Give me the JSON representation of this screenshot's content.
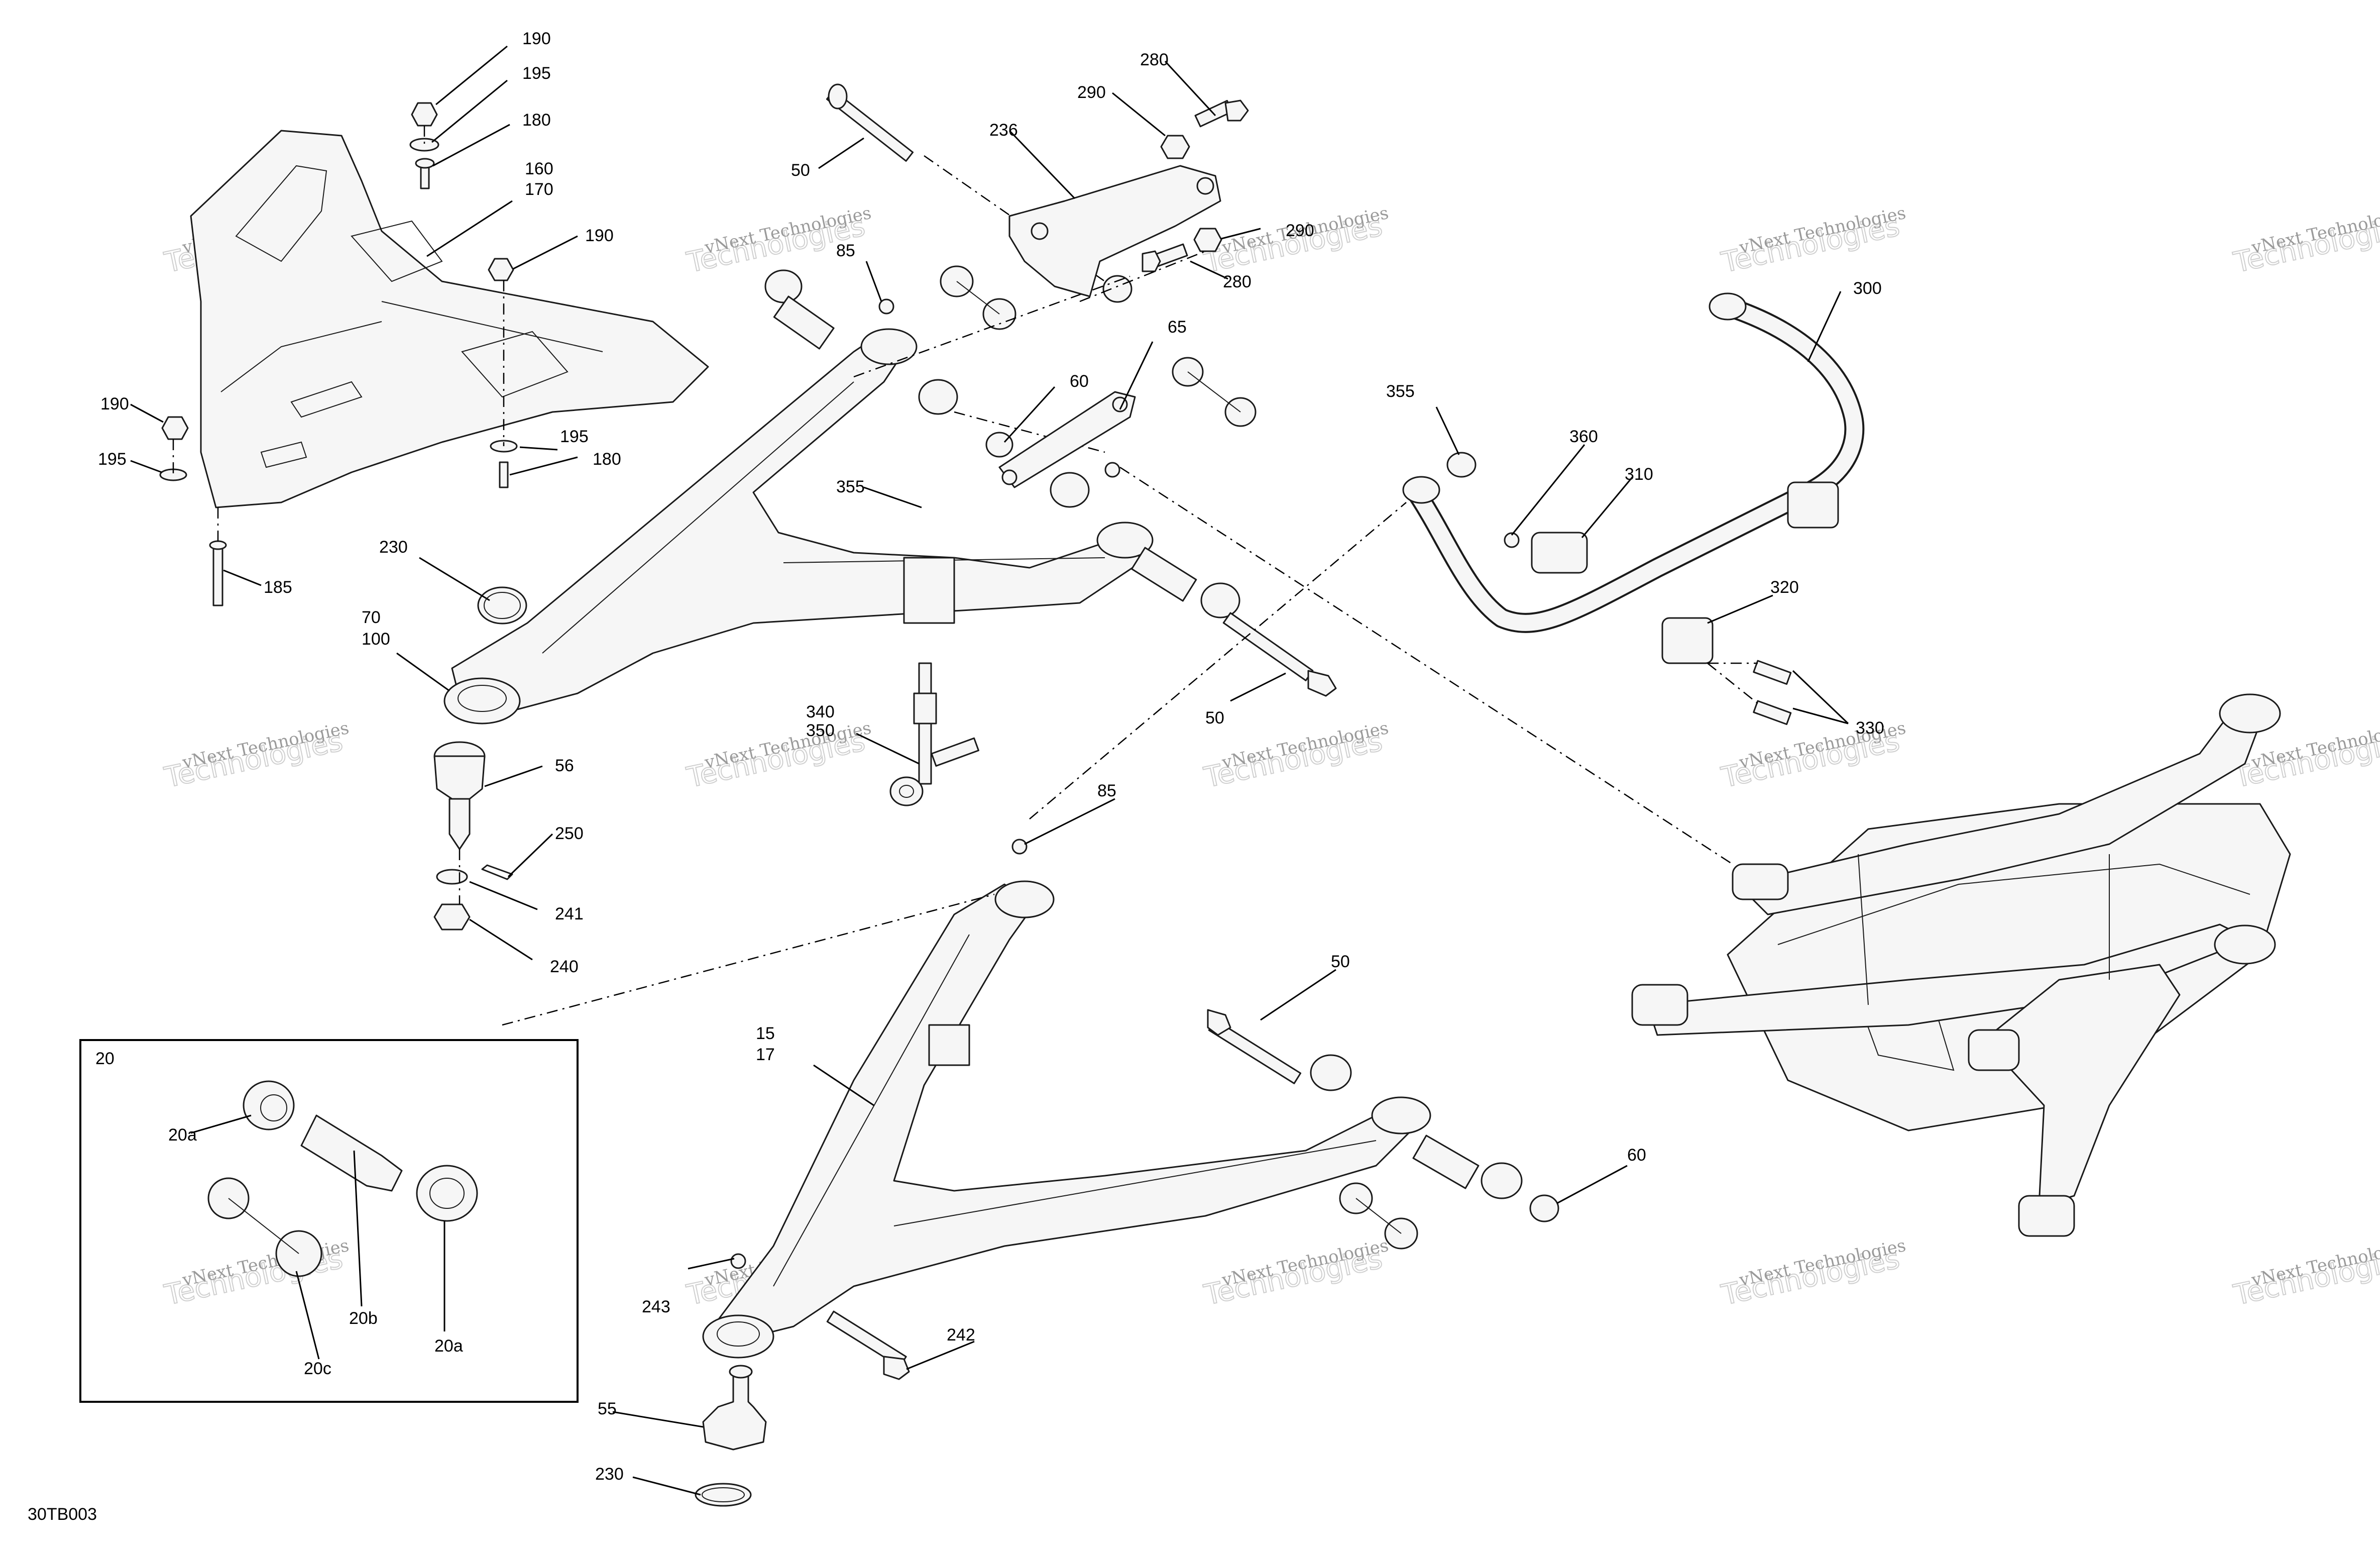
{
  "diagram": {
    "code": "30TB003",
    "watermark": {
      "line1": "vNext Technologies",
      "line2": "Technologies"
    },
    "callouts": [
      {
        "id": "c190a",
        "text": "190"
      },
      {
        "id": "c195a",
        "text": "195"
      },
      {
        "id": "c180a",
        "text": "180"
      },
      {
        "id": "c160",
        "text": "160"
      },
      {
        "id": "c170",
        "text": "170"
      },
      {
        "id": "c190b",
        "text": "190"
      },
      {
        "id": "c190c",
        "text": "190"
      },
      {
        "id": "c195b",
        "text": "195"
      },
      {
        "id": "c195c",
        "text": "195"
      },
      {
        "id": "c180b",
        "text": "180"
      },
      {
        "id": "c185",
        "text": "185"
      },
      {
        "id": "c230a",
        "text": "230"
      },
      {
        "id": "c70",
        "text": "70"
      },
      {
        "id": "c100",
        "text": "100"
      },
      {
        "id": "c56",
        "text": "56"
      },
      {
        "id": "c250",
        "text": "250"
      },
      {
        "id": "c241",
        "text": "241"
      },
      {
        "id": "c240",
        "text": "240"
      },
      {
        "id": "c50a",
        "text": "50"
      },
      {
        "id": "c236",
        "text": "236"
      },
      {
        "id": "c290a",
        "text": "290"
      },
      {
        "id": "c280a",
        "text": "280"
      },
      {
        "id": "c290b",
        "text": "290"
      },
      {
        "id": "c280b",
        "text": "280"
      },
      {
        "id": "c85a",
        "text": "85"
      },
      {
        "id": "c60a",
        "text": "60"
      },
      {
        "id": "c65",
        "text": "65"
      },
      {
        "id": "c355a",
        "text": "355"
      },
      {
        "id": "c340",
        "text": "340"
      },
      {
        "id": "c350",
        "text": "350"
      },
      {
        "id": "c50b",
        "text": "50"
      },
      {
        "id": "c355b",
        "text": "355"
      },
      {
        "id": "c360",
        "text": "360"
      },
      {
        "id": "c310",
        "text": "310"
      },
      {
        "id": "c300",
        "text": "300"
      },
      {
        "id": "c320",
        "text": "320"
      },
      {
        "id": "c330",
        "text": "330"
      },
      {
        "id": "c85b",
        "text": "85"
      },
      {
        "id": "c15",
        "text": "15"
      },
      {
        "id": "c17",
        "text": "17"
      },
      {
        "id": "c50c",
        "text": "50"
      },
      {
        "id": "c60b",
        "text": "60"
      },
      {
        "id": "c243",
        "text": "243"
      },
      {
        "id": "c242",
        "text": "242"
      },
      {
        "id": "c55",
        "text": "55"
      },
      {
        "id": "c230b",
        "text": "230"
      },
      {
        "id": "c20",
        "text": "20"
      },
      {
        "id": "c20a1",
        "text": "20a"
      },
      {
        "id": "c20b",
        "text": "20b"
      },
      {
        "id": "c20c",
        "text": "20c"
      },
      {
        "id": "c20a2",
        "text": "20a"
      }
    ]
  }
}
